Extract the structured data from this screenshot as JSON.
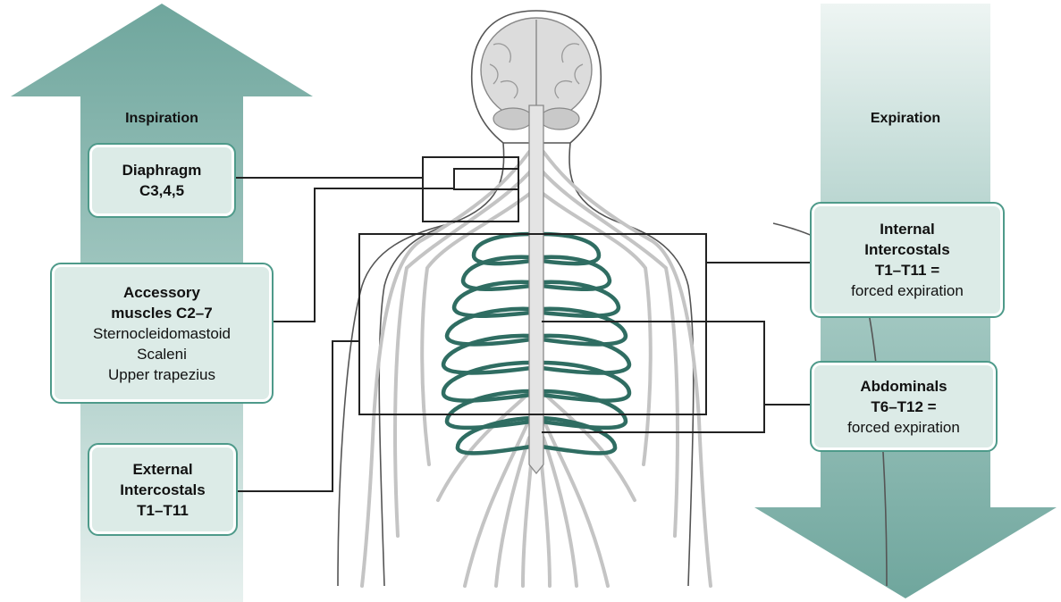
{
  "phases": {
    "inspiration": "Inspiration",
    "expiration": "Expiration"
  },
  "inspiration_muscles": {
    "diaphragm": {
      "name": "Diaphragm",
      "nerve": "C3,4,5"
    },
    "accessory": {
      "name_line1": "Accessory",
      "name_line2": "muscles C2–7",
      "items": [
        "Sternocleidomastoid",
        "Scaleni",
        "Upper trapezius"
      ]
    },
    "external_intercostals": {
      "line1": "External",
      "line2": "Intercostals",
      "line3": "T1–T11"
    }
  },
  "expiration_muscles": {
    "internal_intercostals": {
      "line1": "Internal",
      "line2": "Intercostals",
      "line3": "T1–T11 =",
      "line4": "forced expiration"
    },
    "abdominals": {
      "line1": "Abdominals",
      "line2": "T6–T12 =",
      "line3": "forced expiration"
    }
  },
  "colors": {
    "arrow": "#75aaa1",
    "box_fill": "#dcebe7",
    "box_border": "#4e9a8a",
    "highlight_nerves": "#2f6d62",
    "nerves": "#c4c4c4"
  }
}
